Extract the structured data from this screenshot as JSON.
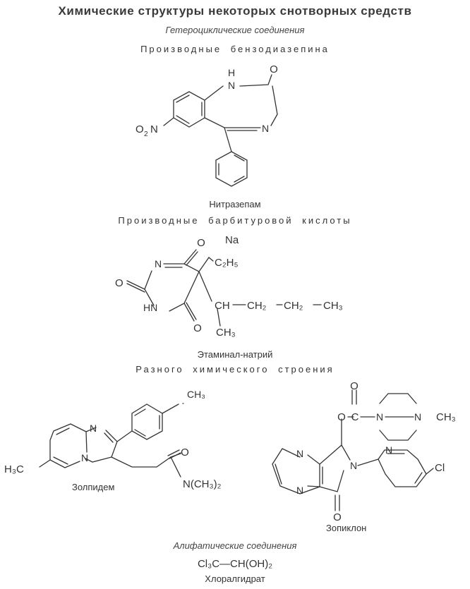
{
  "title": "Химические структуры некоторых снотворных средств",
  "sections": {
    "heterocyclic": "Гетероциклические соединения",
    "benzodiazepine": "Производные бензодиазепина",
    "barbituric": "Производные барбитуровой кислоты",
    "various": "Разного химического строения",
    "aliphatic": "Алифатические соединения"
  },
  "compounds": {
    "nitrazepam": {
      "name": "Нитразепам",
      "atoms": {
        "nh": "N",
        "h": "H",
        "o": "O",
        "n": "N",
        "no2_o": "O",
        "no2_sub": "2",
        "no2_n": "N"
      }
    },
    "ethaminal": {
      "name": "Этаминал-натрий",
      "atoms": {
        "na": "Na",
        "o_top": "O",
        "n": "N",
        "o_left": "O",
        "hn": "HN",
        "o_bottom": "O",
        "c2h5": "C₂H₅",
        "ch": "CH",
        "ch2_1": "CH₂",
        "ch2_2": "CH₂",
        "ch3_end": "CH₃",
        "ch3_branch": "CH₃"
      }
    },
    "zolpidem": {
      "name": "Золпидем",
      "atoms": {
        "n_ring": "N",
        "n_bridge": "N",
        "ch3_top": "CH₃",
        "h3c": "H₃C",
        "o": "O",
        "nme2": "N(CH₃)₂"
      }
    },
    "zopiclone": {
      "name": "Зопиклон",
      "atoms": {
        "o_carbonyl": "O",
        "o_ester": "O",
        "c": "C",
        "n_pip1": "N",
        "n_pip2": "N",
        "ch3": "CH₃",
        "n_pz1": "N",
        "n_pz2": "N",
        "n_lact": "N",
        "n_py": "N",
        "cl": "Cl",
        "o_lact": "O"
      }
    },
    "chloral_hydrate": {
      "name": "Хлоралгидрат",
      "formula": "Cl₃C—CH(OH)₂"
    }
  }
}
